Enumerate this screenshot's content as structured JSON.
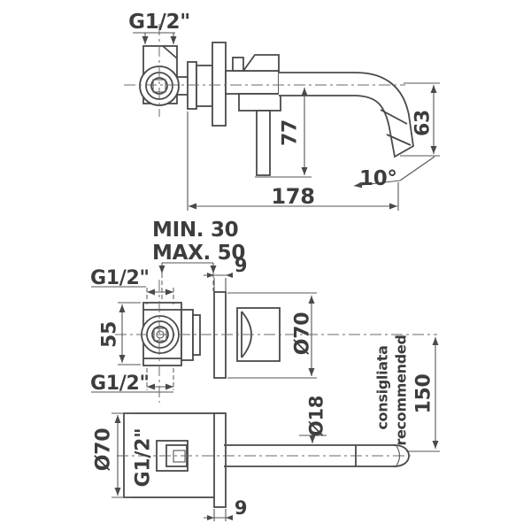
{
  "drawing": {
    "top_view": {
      "thread_label": "G1/2\"",
      "dim_handle_drop": "77",
      "dim_spout_drop": "63",
      "angle_label": "10°",
      "dim_reach": "178"
    },
    "front_view": {
      "wall_depth_min": "MIN. 30",
      "wall_depth_max": "MAX. 50",
      "dim_plate_thickness": "9",
      "thread_top": "G1/2\"",
      "dim_body_height": "55",
      "thread_bottom": "G1/2\"",
      "dim_plate_diameter": "Ø70",
      "note_italian": "consigliata",
      "note_english": "recommended",
      "dim_height_above_basin": "150"
    },
    "spout_view": {
      "dim_plate_diameter": "Ø70",
      "thread_label": "G1/2\"",
      "dim_tube_diameter": "Ø18",
      "dim_plate_thickness": "9"
    }
  }
}
